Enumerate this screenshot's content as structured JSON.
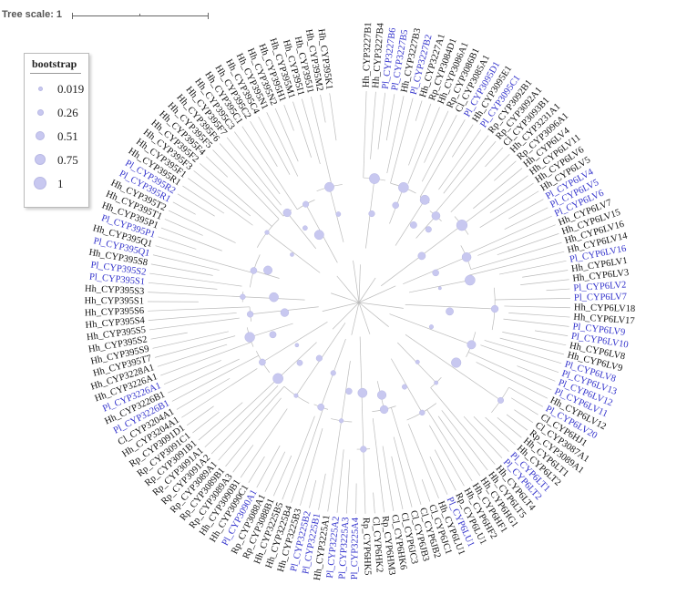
{
  "scale": {
    "label": "Tree scale: 1"
  },
  "legend": {
    "title": "bootstrap",
    "entries": [
      "0.019",
      "0.26",
      "0.51",
      "0.75",
      "1"
    ]
  },
  "colors": {
    "highlight": "#3333cc",
    "normal": "#111111",
    "branch": "#bbbbbb",
    "node": "#c8c8f0"
  },
  "leaves": [
    "Hh_CYP3227B1",
    "Hh_CYP3227B4",
    "Pl_CYP3227B6",
    "Pl_CYP3227B5",
    "Hh_CYP3227B3",
    "Pl_CYP3227B2",
    "Hh_CYP3227A1",
    "Rp_CYP3084D1",
    "Hh_CYP3086A1",
    "Rp_CYP3086B1",
    "Cl_CYP3085A1",
    "Pl_CYP3095D1",
    "Hh_CYP3095E1",
    "Pl_CYP3095C1",
    "Rp_CYP3092B1",
    "Rp_CYP3092A1",
    "Cl_CYP3093B1",
    "Hh_CYP3231A1",
    "Rp_CYP3096A1",
    "Hh_CYP6LV4",
    "Hh_CYP6LV11",
    "Hh_CYP6LV6",
    "Hh_CYP6LV5",
    "Pl_CYP6LV4",
    "Pl_CYP6LV5",
    "Pl_CYP6LV6",
    "Hh_CYP6LV7",
    "Hh_CYP6LV15",
    "Hh_CYP6LV16",
    "Hh_CYP6LV14",
    "Pl_CYP6LV16",
    "Hh_CYP6LV1",
    "Hh_CYP6LV3",
    "Pl_CYP6LV2",
    "Pl_CYP6LV7",
    "Hh_CYP6LV18",
    "Hh_CYP6LV17",
    "Pl_CYP6LV9",
    "Pl_CYP6LV10",
    "Hh_CYP6LV8",
    "Hh_CYP6LV9",
    "Pl_CYP6LV8",
    "Pl_CYP6LV13",
    "Pl_CYP6LV12",
    "Pl_CYP6LV11",
    "Hh_CYP6LV12",
    "Pl_CYP6LV20",
    "Cl_CYP6HJ1",
    "Cl_CYP3087A1",
    "Rp_CYP3089A1",
    "Hh_CYP6LT1",
    "Hh_CYP6LT2",
    "Pl_CYP6LT1",
    "Pl_CYP6LT2",
    "Hh_CYP6LT4",
    "Hh_CYP6LT5",
    "Hh_CYP6HG1",
    "Hh_CYP6HF1",
    "Hh_CYP6HF2",
    "Rp_CYP6LU1",
    "Pl_CYP6LU1",
    "Hh_CYP6LU1",
    "Cl_CYP6JC1",
    "Cl_CYP6JB2",
    "Cl_CYP6JB3",
    "Cl_CYP6JC3",
    "Cl_CYP6HK6",
    "Rp_CYP6HM3",
    "Cl_CYP6HK2",
    "Rp_CYP6HK5",
    "Pl_CYP3225A4",
    "Pl_CYP3225A3",
    "Pl_CYP3225A2",
    "Hh_CYP3225A1",
    "Pl_CYP3225B1",
    "Pl_CYP3225B2",
    "Hh_CYP3225B3",
    "Hh_CYP3225B4",
    "Hh_CYP3225B5",
    "Rp_CYP3088B1",
    "Rp_CYP3088A1",
    "Pl_CYP3090A1",
    "Hh_CYP3090C1",
    "Hh_CYP3090B1",
    "Rp_CYP3089A3",
    "Rp_CYP3089B1",
    "Rp_CYP3089A1",
    "Rp_CYP3091A2",
    "Rp_CYP3091A1",
    "Rp_CYP3091B1",
    "Rp_CYP3091C1",
    "Rp_CYP3091D1",
    "Hh_CYP3204A1",
    "Cl_CYP3204A1",
    "Pl_CYP3226B1",
    "Hh_CYP3226B1",
    "Pl_CYP3226A1",
    "Hh_CYP3226A1",
    "Hh_CYP3228A1",
    "Hh_CYP395T7",
    "Hh_CYP395S9",
    "Hh_CYP395S2",
    "Hh_CYP395S5",
    "Hh_CYP395S4",
    "Hh_CYP395S6",
    "Hh_CYP395S1",
    "Hh_CYP395S3",
    "Pl_CYP395S1",
    "Pl_CYP395S2",
    "Hh_CYP395S8",
    "Pl_CYP395Q1",
    "Hh_CYP395Q1",
    "Pl_CYP395P1",
    "Hh_CYP395P1",
    "Hh_CYP395T1",
    "Hh_CYP395T2",
    "Pl_CYP395R1",
    "Pl_CYP395R2",
    "Hh_CYP395R1",
    "Hh_CYP395F1",
    "Hh_CYP395F3",
    "Hh_CYP395F2",
    "Hh_CYP395F4",
    "Hh_CYP395F5",
    "Hh_CYP395F6",
    "Hh_CYP395F7",
    "Hh_CYP395C3",
    "Hh_CYP395C1",
    "Hh_CYP395C2",
    "Hh_CYP395C4",
    "Hh_CYP395N1",
    "Hh_CYP395N2",
    "Hh_CYP395H1",
    "Hh_CYP395M1",
    "Hh_CYP395I1",
    "Hh_CYP395J1",
    "Hh_CYP395M2",
    "Hh_CYP395K1"
  ]
}
